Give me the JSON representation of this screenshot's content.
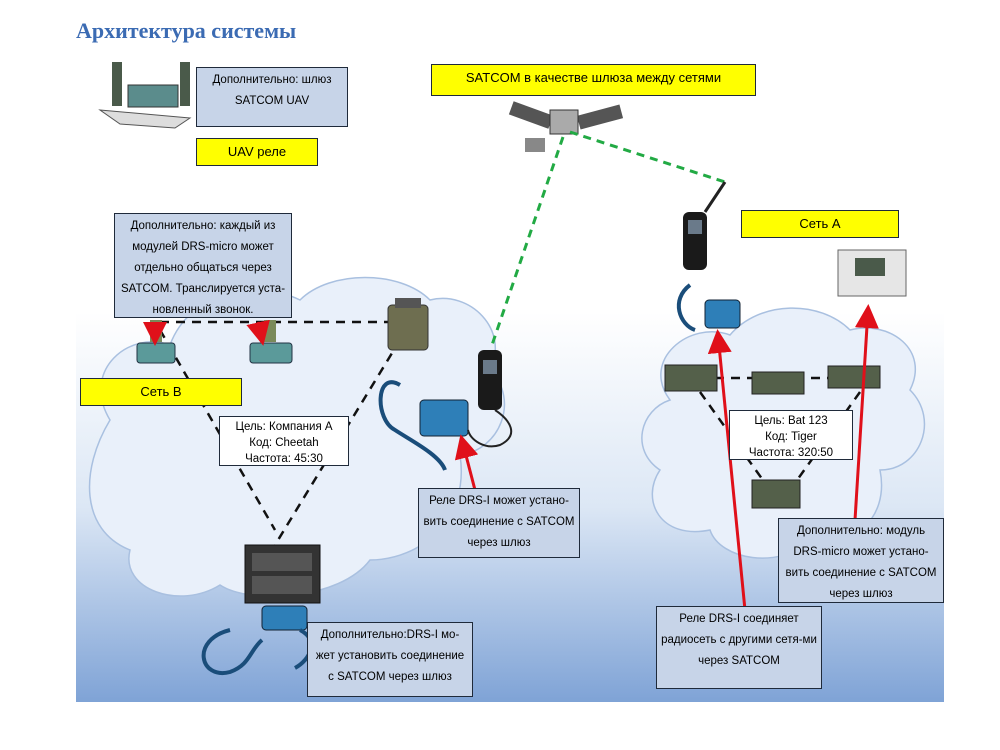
{
  "title": "Архитектура системы",
  "callouts": {
    "satcom_uav": "Дополнительно: шлюз SATCOM UAV",
    "uav_relay": "UAV реле",
    "satcom_gateway": "SATCOM в качестве шлюза между сетями",
    "drs_micro_b": "Дополнительно: каждый из модулей DRS-micro может отдельно общаться через SATCOM. Транслируется уста-новленный звонок.",
    "network_a": "Сеть А",
    "network_b": "Сеть B",
    "target_b": {
      "target": "Цель: Компания А",
      "code": "Код: Cheetah",
      "freq": "Частота: 45:30"
    },
    "target_a": {
      "target": "Цель: Bat 123",
      "code": "Код: Tiger",
      "freq": "Частота: 320:50"
    },
    "drs_i_relay": "Реле DRS-I может устано-вить соединение с SATCOM через шлюз",
    "drs_i_bottom": "Дополнительно:DRS-I мо-жет установить соединение с SATCOM через шлюз",
    "drs_i_connects": "Реле DRS-I соединяет радиосеть с другими сетя-ми через SATCOM",
    "drs_micro_a": "Дополнительно: модуль DRS-micro может устано-вить соединение с SATCOM через шлюз"
  },
  "colors": {
    "title": "#3b6bb3",
    "callout_fill": "#c7d4e8",
    "label_fill": "#ffff00",
    "satcom_link": "#22aa44",
    "arrow": "#e0101a",
    "radio_link": "#111111"
  }
}
